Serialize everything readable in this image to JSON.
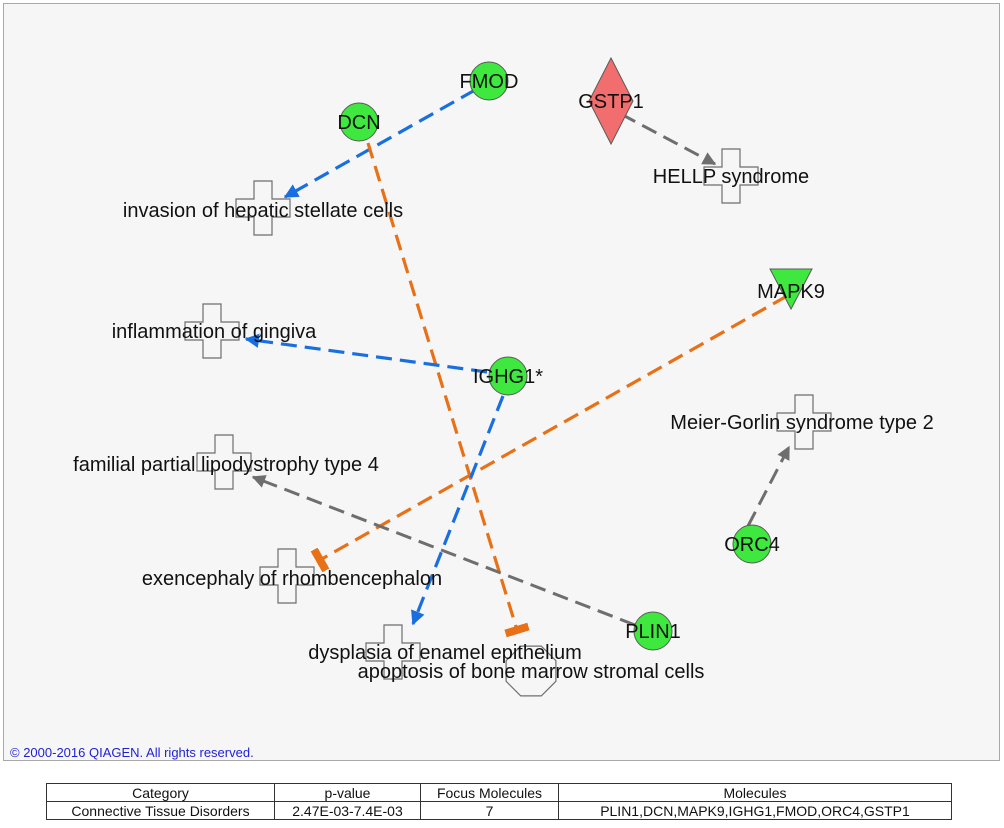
{
  "colors": {
    "activation_edge": "#1a6fe0",
    "inhibition_edge": "#e87117",
    "neutral_edge": "#6e6e6e",
    "downregulated_node": "#3ee83e",
    "upregulated_node": "#f26d6d",
    "function_node": "#ffffff"
  },
  "network": {
    "molecules": [
      {
        "id": "fmod",
        "label": "FMOD",
        "shape": "circle",
        "regulation": "down"
      },
      {
        "id": "dcn",
        "label": "DCN",
        "shape": "circle",
        "regulation": "down"
      },
      {
        "id": "gstp1",
        "label": "GSTP1",
        "shape": "diamond",
        "regulation": "up"
      },
      {
        "id": "mapk9",
        "label": "MAPK9",
        "shape": "triangle",
        "regulation": "down"
      },
      {
        "id": "ighg1",
        "label": "IGHG1*",
        "shape": "circle",
        "regulation": "down"
      },
      {
        "id": "orc4",
        "label": "ORC4",
        "shape": "circle",
        "regulation": "down"
      },
      {
        "id": "plin1",
        "label": "PLIN1",
        "shape": "circle",
        "regulation": "down"
      }
    ],
    "functions": [
      {
        "id": "hellp",
        "label": "HELLP syndrome",
        "shape": "cross"
      },
      {
        "id": "hepatic",
        "label": "invasion of hepatic stellate cells",
        "shape": "cross"
      },
      {
        "id": "gingiva",
        "label": "inflammation of gingiva",
        "shape": "cross"
      },
      {
        "id": "meier",
        "label": "Meier-Gorlin syndrome type 2",
        "shape": "cross"
      },
      {
        "id": "lipo",
        "label": "familial partial lipodystrophy type 4",
        "shape": "cross"
      },
      {
        "id": "exen",
        "label": "exencephaly of rhombencephalon",
        "shape": "cross"
      },
      {
        "id": "enamel",
        "label": "dysplasia of enamel epithelium",
        "shape": "cross"
      },
      {
        "id": "bone",
        "label": "apoptosis of bone marrow stromal cells",
        "shape": "octagon"
      }
    ],
    "edges": [
      {
        "from": "fmod",
        "to": "hepatic",
        "type": "activation"
      },
      {
        "from": "dcn",
        "to": "bone",
        "type": "inhibition"
      },
      {
        "from": "gstp1",
        "to": "hellp",
        "type": "neutral"
      },
      {
        "from": "mapk9",
        "to": "exen",
        "type": "inhibition"
      },
      {
        "from": "ighg1",
        "to": "gingiva",
        "type": "activation"
      },
      {
        "from": "ighg1",
        "to": "enamel",
        "type": "activation"
      },
      {
        "from": "orc4",
        "to": "meier",
        "type": "neutral"
      },
      {
        "from": "plin1",
        "to": "lipo",
        "type": "neutral"
      }
    ]
  },
  "copyright": "© 2000-2016 QIAGEN. All rights reserved.",
  "summary_table": {
    "headers": [
      "Category",
      "p-value",
      "Focus Molecules",
      "Molecules"
    ],
    "row": {
      "category": "Connective Tissue Disorders",
      "pvalue": "2.47E-03-7.4E-03",
      "focus_molecules": "7",
      "molecules": "PLIN1,DCN,MAPK9,IGHG1,FMOD,ORC4,GSTP1"
    }
  }
}
